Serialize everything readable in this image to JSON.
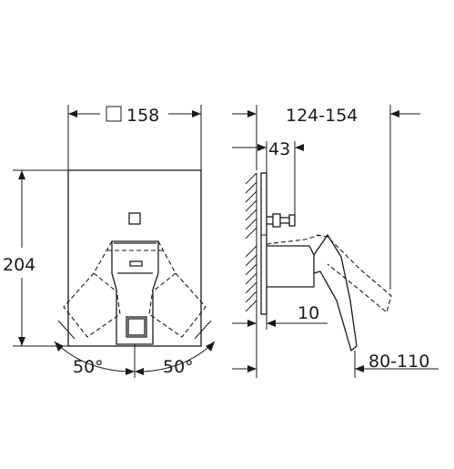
{
  "front_view": {
    "plate_width": "158",
    "height": "204",
    "angle_left": "50°",
    "angle_right": "50°"
  },
  "side_view": {
    "total_depth": "124-154",
    "handle_offset": "43",
    "wall_gap": "10",
    "projection": "80-110"
  }
}
